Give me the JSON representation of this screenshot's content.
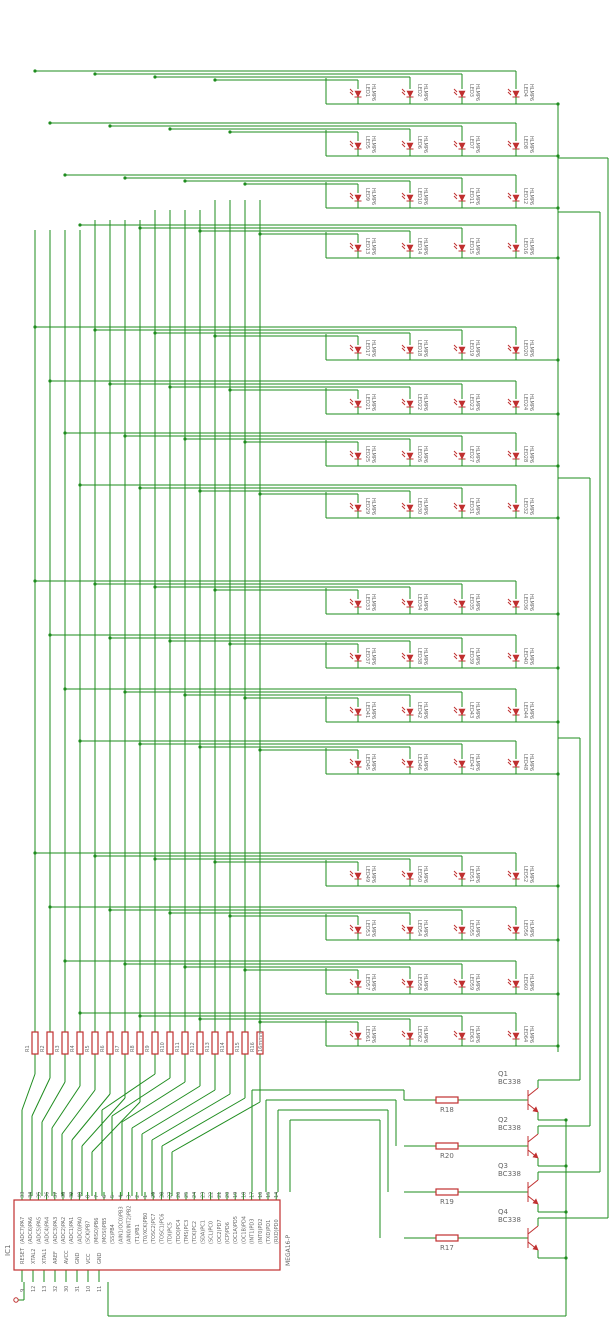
{
  "title": "",
  "led_model": "HLMP6",
  "led_names": [
    "LED1",
    "LED2",
    "LED3",
    "LED4",
    "LED5",
    "LED6",
    "LED7",
    "LED8",
    "LED9",
    "LED10",
    "LED11",
    "LED12",
    "LED13",
    "LED14",
    "LED15",
    "LED16",
    "LED17",
    "LED18",
    "LED19",
    "LED20",
    "LED21",
    "LED22",
    "LED23",
    "LED24",
    "LED25",
    "LED26",
    "LED27",
    "LED28",
    "LED29",
    "LED30",
    "LED31",
    "LED32",
    "LED33",
    "LED34",
    "LED35",
    "LED36",
    "LED37",
    "LED38",
    "LED39",
    "LED40",
    "LED41",
    "LED42",
    "LED43",
    "LED44",
    "LED45",
    "LED46",
    "LED47",
    "LED48",
    "LED49",
    "LED50",
    "LED51",
    "LED52",
    "LED53",
    "LED54",
    "LED55",
    "LED56",
    "LED57",
    "LED58",
    "LED59",
    "LED60",
    "LED61",
    "LED62",
    "LED63",
    "LED64"
  ],
  "column_resistors": [
    "R1",
    "R2",
    "R3",
    "R4",
    "R5",
    "R6",
    "R7",
    "R8",
    "R9",
    "R10",
    "R11",
    "R12",
    "R13",
    "R14",
    "R15",
    "R16"
  ],
  "bottom_label": "16mmm",
  "transistors": [
    {
      "name": "Q1",
      "model": "BC338",
      "base_resistor": "R18"
    },
    {
      "name": "Q2",
      "model": "BC338",
      "base_resistor": "R20"
    },
    {
      "name": "Q3",
      "model": "BC338",
      "base_resistor": "R19"
    },
    {
      "name": "Q4",
      "model": "BC338",
      "base_resistor": "R17"
    }
  ],
  "ic": {
    "ref": "IC1",
    "name": "MEGA16-P",
    "top_pins": [
      {
        "num": "33",
        "name": "(ADC7)PA7"
      },
      {
        "num": "34",
        "name": "(ADC6)PA6"
      },
      {
        "num": "35",
        "name": "(ADC5)PA5"
      },
      {
        "num": "36",
        "name": "(ADC4)PA4"
      },
      {
        "num": "37",
        "name": "(ADC3)PA3"
      },
      {
        "num": "38",
        "name": "(ADC2)PA2"
      },
      {
        "num": "39",
        "name": "(ADC1)PA1"
      },
      {
        "num": "40",
        "name": "(ADC0)PA0"
      },
      {
        "num": "8",
        "name": "(SCK)PB7"
      },
      {
        "num": "7",
        "name": "(MISO)PB6"
      },
      {
        "num": "6",
        "name": "(MOSI)PB5"
      },
      {
        "num": "5",
        "name": "(SS)PB4"
      },
      {
        "num": "4",
        "name": "(AIN1/OC0)PB3"
      },
      {
        "num": "3",
        "name": "(AIN0/INT2)PB2"
      },
      {
        "num": "2",
        "name": "(T1)PB1"
      },
      {
        "num": "1",
        "name": "(T0/XCK)PB0"
      },
      {
        "num": "29",
        "name": "(TOSC2)PC7"
      },
      {
        "num": "28",
        "name": "(TOSC1)PC6"
      },
      {
        "num": "27",
        "name": "(TDI)PC5"
      },
      {
        "num": "26",
        "name": "(TDO)PC4"
      },
      {
        "num": "25",
        "name": "(TMS)PC3"
      },
      {
        "num": "24",
        "name": "(TCK)PC2"
      },
      {
        "num": "23",
        "name": "(SDA)PC1"
      },
      {
        "num": "22",
        "name": "(SCL)PC0"
      },
      {
        "num": "21",
        "name": "(OC2)PD7"
      },
      {
        "num": "20",
        "name": "(ICP)PD6"
      },
      {
        "num": "19",
        "name": "(OC1A)PD5"
      },
      {
        "num": "18",
        "name": "(OC1B)PD4"
      },
      {
        "num": "17",
        "name": "(INT1)PD3"
      },
      {
        "num": "16",
        "name": "(INT0)PD2"
      },
      {
        "num": "15",
        "name": "(TXD)PD1"
      },
      {
        "num": "14",
        "name": "(RXD)PD0"
      }
    ],
    "left_pins": [
      {
        "num": "9",
        "name": "RESET"
      },
      {
        "num": "12",
        "name": "XTAL2"
      },
      {
        "num": "13",
        "name": "XTAL1"
      },
      {
        "num": "32",
        "name": "AREF"
      },
      {
        "num": "30",
        "name": "AVCC"
      },
      {
        "num": "31",
        "name": "GND"
      },
      {
        "num": "10",
        "name": "VCC"
      },
      {
        "num": "11",
        "name": "GND"
      }
    ]
  }
}
